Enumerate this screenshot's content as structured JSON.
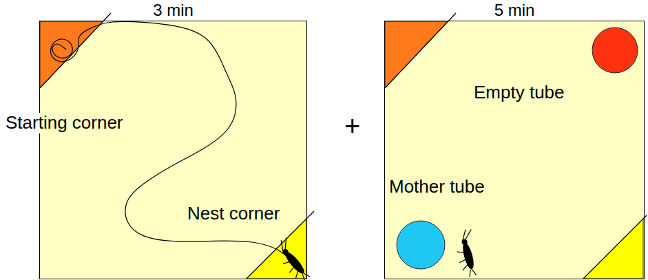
{
  "diagram": {
    "nodes": [
      {
        "text": [
          "3 min"
        ]
      },
      {
        "text": [
          "5 min"
        ]
      }
    ],
    "labels": [
      "Starting corner",
      "Nest corner",
      "+",
      "Empty tube",
      "Mother tube"
    ]
  }
}
